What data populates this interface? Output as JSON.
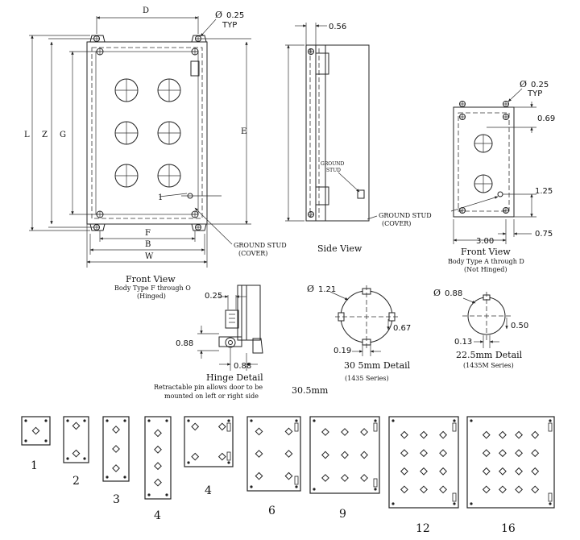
{
  "front_view": {
    "dims": {
      "D": "D",
      "L": "L",
      "Z": "Z",
      "G": "G",
      "E": "E",
      "F": "F",
      "B": "B",
      "W": "W"
    },
    "hole_dia": "0.25",
    "typ": "TYP",
    "callout_1": "1",
    "ground_stud_l1": "GROUND STUD",
    "ground_stud_l2": "(COVER)",
    "title": "Front View",
    "sub1": "Body Type F through O",
    "sub2": "(Hinged)"
  },
  "side_view": {
    "dim_056": "0.56",
    "ground_stud_l1": "GROUND",
    "ground_stud_l2": "STUD",
    "ground_stud_cover_l1": "GROUND STUD",
    "ground_stud_cover_l2": "(COVER)",
    "title": "Side View"
  },
  "small_front": {
    "hole_dia": "0.25",
    "typ": "TYP",
    "dim_069": "0.69",
    "dim_125": "1.25",
    "dim_300": "3.00",
    "dim_075": "0.75",
    "title": "Front View",
    "sub1": "Body Type A through D",
    "sub2": "(Not Hinged)"
  },
  "hinge_detail": {
    "dim_025": "0.25",
    "dim_088a": "0.88",
    "dim_088b": "0.88",
    "title": "Hinge Detail",
    "note1": "Retractable pin allows door to be",
    "note2": "mounted on left or right side"
  },
  "detail_30mm": {
    "dia": "1.21",
    "dim_067": "0.67",
    "dim_019": "0.19",
    "size_label": "30.5mm",
    "title": "30 5mm  Detail",
    "series": "(1435 Series)"
  },
  "detail_22mm": {
    "dia": "0.88",
    "dim_050": "0.50",
    "dim_013": "0.13",
    "title": "22.5mm  Detail",
    "series": "(1435M Series)"
  },
  "layouts": [
    {
      "label": "1",
      "holes": 1
    },
    {
      "label": "2",
      "holes": 2
    },
    {
      "label": "3",
      "holes": 3
    },
    {
      "label": "4",
      "holes": 4
    },
    {
      "label": "4",
      "holes": 4
    },
    {
      "label": "6",
      "holes": 6
    },
    {
      "label": "9",
      "holes": 9
    },
    {
      "label": "12",
      "holes": 12
    },
    {
      "label": "16",
      "holes": 16
    }
  ],
  "colors": {
    "line": "#222222",
    "background": "#ffffff"
  }
}
